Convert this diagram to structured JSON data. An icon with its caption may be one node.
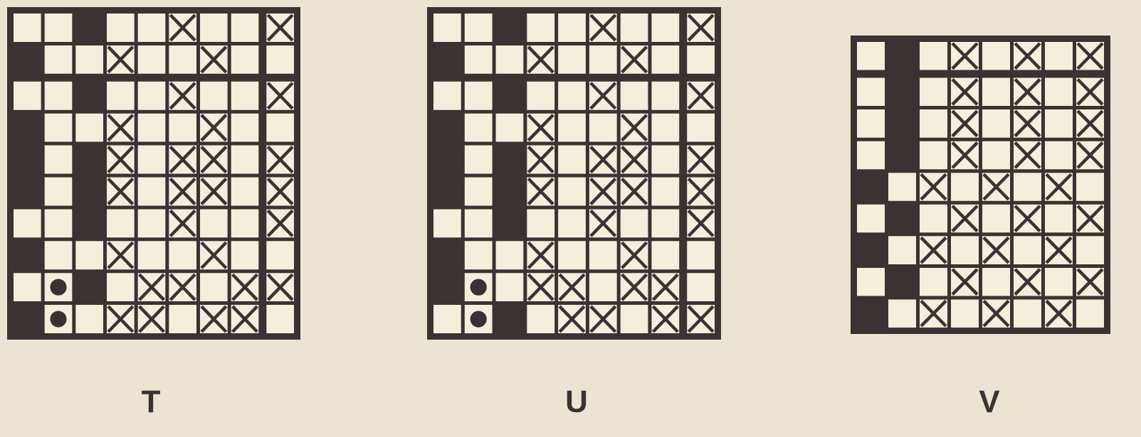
{
  "diagram": {
    "labels": [
      "T",
      "U",
      "V"
    ]
  }
}
